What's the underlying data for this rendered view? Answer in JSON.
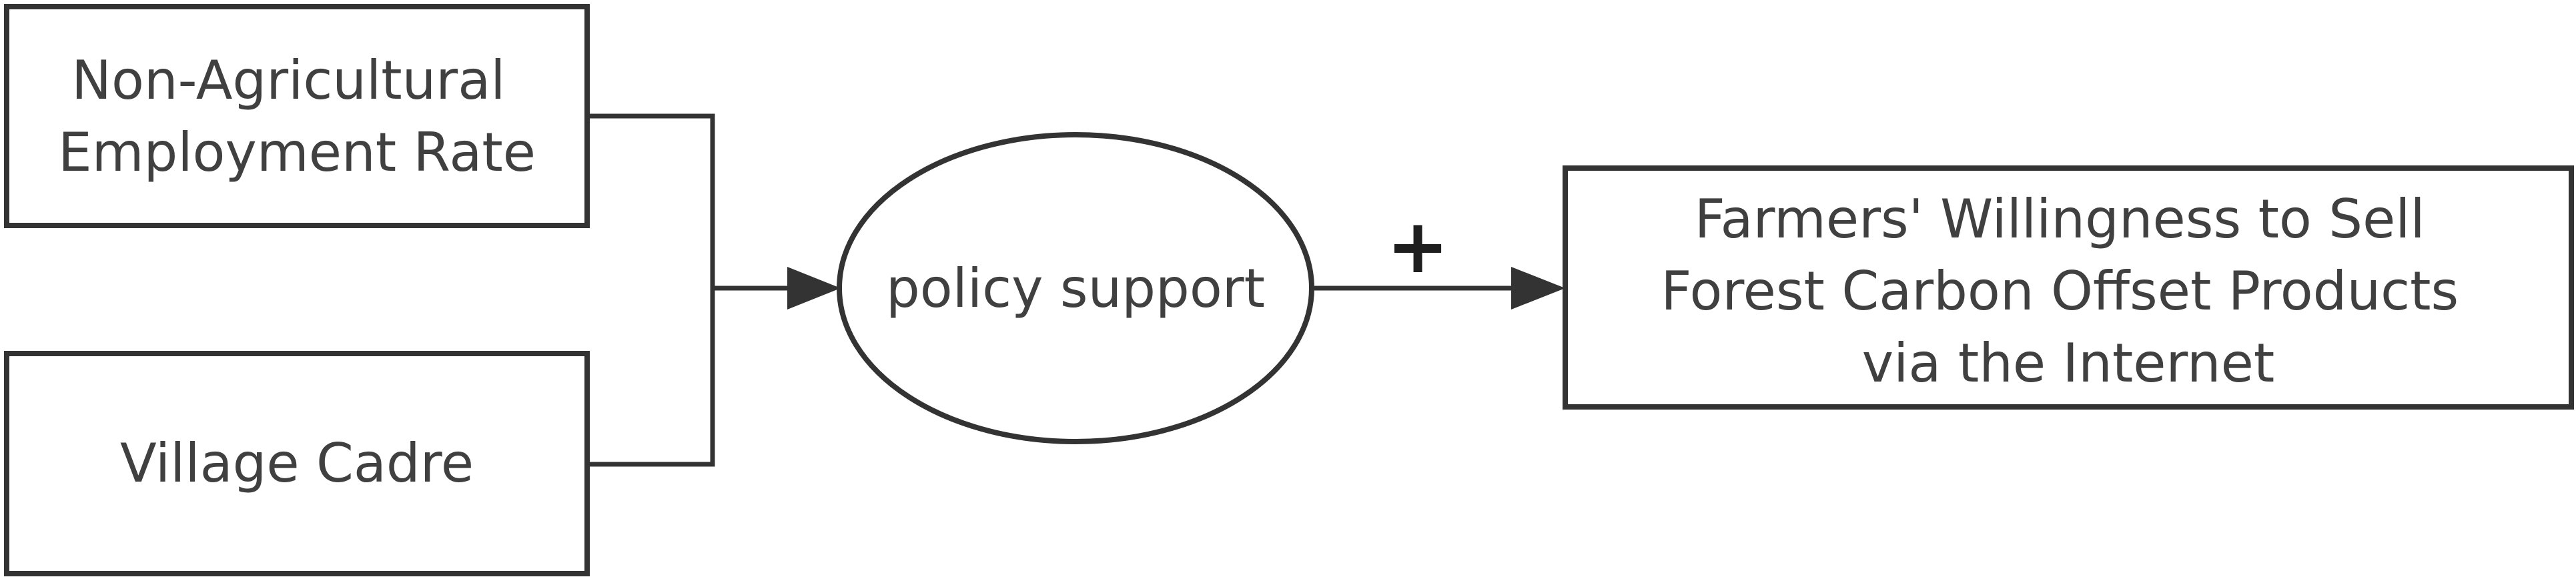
{
  "nodes": {
    "non_agricultural": {
      "lines": [
        "Non-Agricultural",
        "Employment Rate"
      ]
    },
    "village_cadre": {
      "lines": [
        "Village Cadre"
      ]
    },
    "policy_support": {
      "lines": [
        "policy support"
      ]
    },
    "willingness": {
      "lines": [
        "Farmers' Willingness to Sell",
        "Forest Carbon Offset Products",
        "via the Internet"
      ]
    }
  },
  "edges": {
    "policy_to_willingness": {
      "sign": "+"
    }
  }
}
